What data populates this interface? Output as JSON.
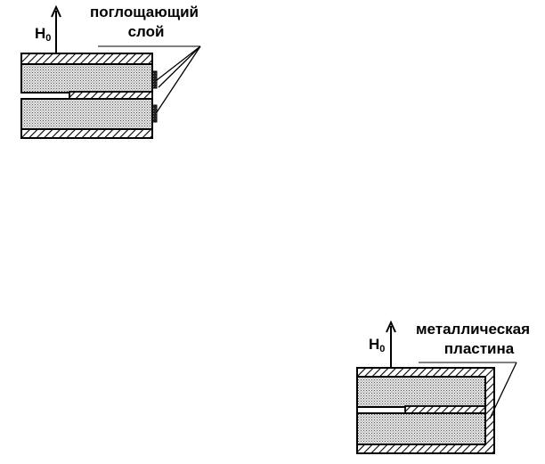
{
  "figure_a": {
    "field_symbol": "H",
    "field_subscript": "0",
    "label_line1": "поглощающий",
    "label_line2": "слой"
  },
  "figure_b": {
    "field_symbol": "H",
    "field_subscript": "0",
    "label_line1": "металлическая",
    "label_line2": "пластина"
  },
  "colors": {
    "ink": "#000000",
    "dielectric_fill": "#d9d9d9",
    "background": "#ffffff"
  }
}
